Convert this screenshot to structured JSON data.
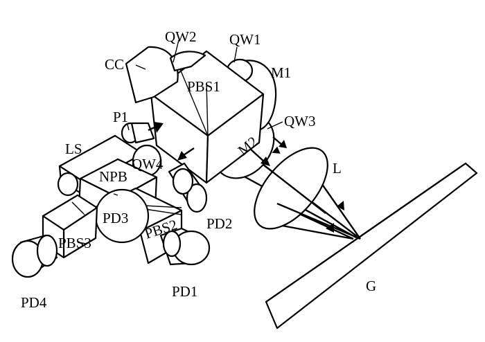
{
  "labels": {
    "QW2": "QW2",
    "QW1": "QW1",
    "CC": "CC",
    "M1": "M1",
    "PBS1": "PBS1",
    "P1": "P1",
    "QW3": "QW3",
    "M2": "M2",
    "LS": "LS",
    "QW4": "QW4",
    "L": "L",
    "NPB": "NPB",
    "PD3": "PD3",
    "PBS2": "PBS2",
    "PD2": "PD2",
    "PBS3": "PBS3",
    "PD4": "PD4",
    "PD1": "PD1",
    "G": "G"
  },
  "colors": {
    "line": "#000000",
    "background": "#ffffff",
    "spot": "#555555"
  }
}
